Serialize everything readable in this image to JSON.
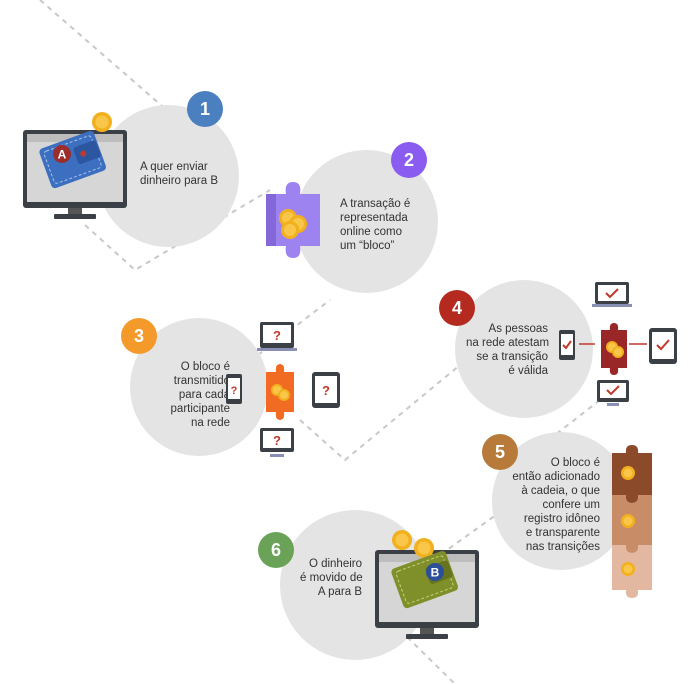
{
  "steps": [
    {
      "number": "1",
      "text": "A quer enviar\ndinheiro para B",
      "color": "#4a7fc0"
    },
    {
      "number": "2",
      "text": "A transação é\nrepresentada\nonline como\num “bloco”",
      "color": "#8a5cf0"
    },
    {
      "number": "3",
      "text": "O bloco é\ntransmitido\npara cada\nparticipante\nna rede",
      "color": "#f39a2a"
    },
    {
      "number": "4",
      "text": "As pessoas\nna rede atestam\nse a transição\né válida",
      "color": "#b52a1f"
    },
    {
      "number": "5",
      "text": "O bloco é\nentão adicionado\nà cadeia, o que\nconfere um\nregistro idôneo\ne transparente\nnas transições",
      "color": "#b87a3a"
    },
    {
      "number": "6",
      "text": "O dinheiro\né movido de\nA para B",
      "color": "#6aa357"
    }
  ],
  "labels": {
    "wallet_a": "A",
    "wallet_b": "B",
    "question_mark": "?"
  },
  "icons": [
    "monitor-icon",
    "wallet-icon",
    "coin-icon",
    "puzzle-block-icon",
    "phone-icon",
    "tablet-icon",
    "checkmark-icon",
    "question-icon"
  ],
  "colors": {
    "circle_bg": "#e4e4e4",
    "dashed_path": "#c8c8c8",
    "wallet_a": "#3d6fc0",
    "wallet_b": "#7f8f2a",
    "coin": "#f2b01e",
    "block_purple": "#9d83ef",
    "block_orange": "#f26b22",
    "block_red": "#9a2727",
    "chain_brown": "#8b4a2a",
    "chain_mid": "#c88c66",
    "chain_light": "#e3b8a0"
  }
}
